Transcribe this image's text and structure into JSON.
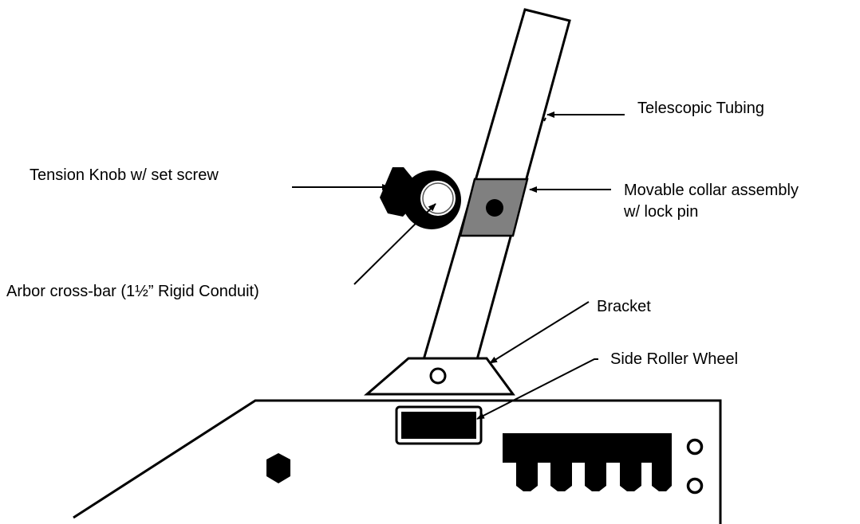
{
  "labels": {
    "telescopic_tubing": "Telescopic Tubing",
    "tension_knob": "Tension Knob w/ set screw",
    "collar_line1": "Movable collar assembly",
    "collar_line2": "w/ lock pin",
    "arbor_crossbar": "Arbor cross-bar (1½” Rigid Conduit)",
    "bracket": "Bracket",
    "side_roller_wheel": "Side Roller Wheel"
  },
  "colors": {
    "line": "#000000",
    "collar_fill": "#808080",
    "background": "#ffffff"
  }
}
